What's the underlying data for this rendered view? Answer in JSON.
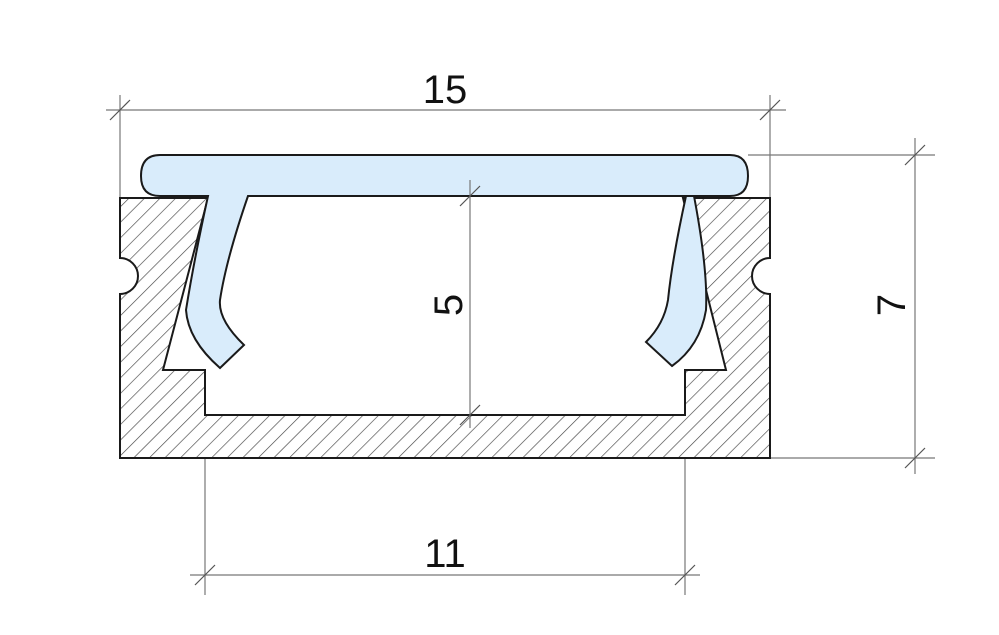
{
  "dimensions": {
    "overall_width": "15",
    "inner_width": "11",
    "inner_depth": "5",
    "overall_height": "7"
  },
  "colors": {
    "background": "#ffffff",
    "profile_hatch": "#444444",
    "diffuser_fill": "#d9ecfb",
    "outline": "#1a1a1a",
    "dimension_line": "#777777"
  }
}
